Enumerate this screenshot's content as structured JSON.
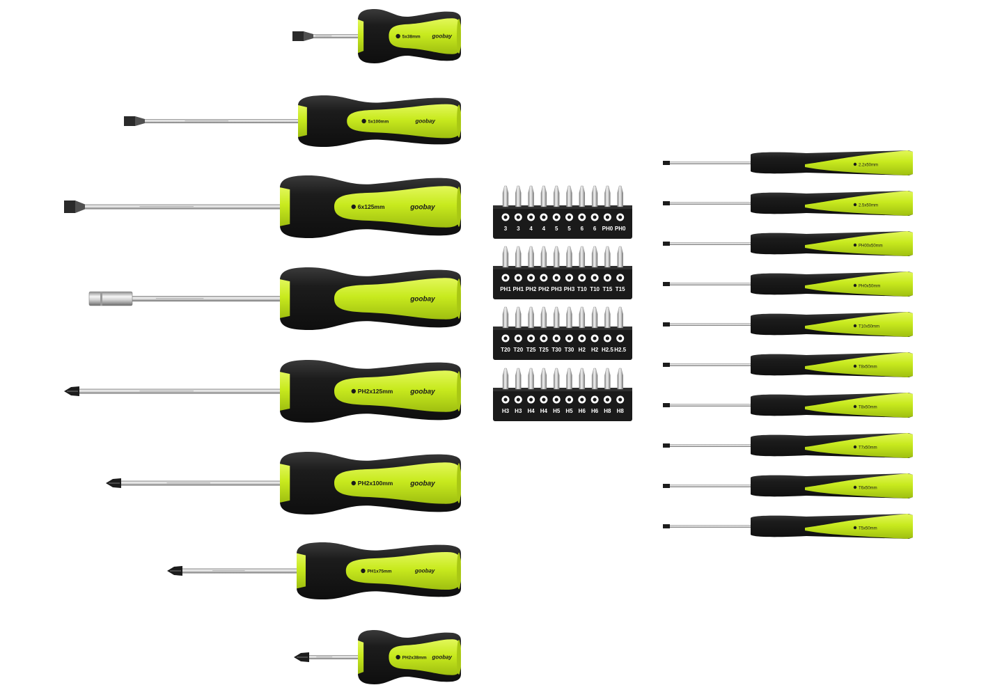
{
  "brand": "goobay",
  "colors": {
    "accent": "#c8ea1e",
    "accent_dark": "#a9c814",
    "handle_dark": "#1e1e1e",
    "handle_mid": "#3a3a3a",
    "steel_light": "#f2f2f2",
    "steel_mid": "#bdbdbd",
    "steel_dark": "#6e6e6e",
    "rack": "#1a1a1a",
    "rack_text": "#ffffff"
  },
  "large_drivers": [
    {
      "label": "5x38mm",
      "tip": "slot-tip-icon"
    },
    {
      "label": "5x100mm",
      "tip": "slot-tip-icon"
    },
    {
      "label": "6x125mm",
      "tip": "slot-tip-icon"
    },
    {
      "label": "",
      "tip": "bit-holder-icon"
    },
    {
      "label": "PH2x125mm",
      "tip": "phillips-tip-icon"
    },
    {
      "label": "PH2x100mm",
      "tip": "phillips-tip-icon"
    },
    {
      "label": "PH1x75mm",
      "tip": "phillips-tip-icon"
    },
    {
      "label": "PH2x38mm",
      "tip": "phillips-tip-icon"
    }
  ],
  "bit_racks": [
    {
      "labels": [
        "3",
        "3",
        "4",
        "4",
        "5",
        "5",
        "6",
        "6",
        "PH0",
        "PH0"
      ]
    },
    {
      "labels": [
        "PH1",
        "PH1",
        "PH2",
        "PH2",
        "PH3",
        "PH3",
        "T10",
        "T10",
        "T15",
        "T15"
      ]
    },
    {
      "labels": [
        "T20",
        "T20",
        "T25",
        "T25",
        "T30",
        "T30",
        "H2",
        "H2",
        "H2.5",
        "H2.5"
      ]
    },
    {
      "labels": [
        "H3",
        "H3",
        "H4",
        "H4",
        "H5",
        "H5",
        "H6",
        "H6",
        "H8",
        "H8"
      ]
    }
  ],
  "precision_drivers": [
    {
      "label": "2.2x50mm"
    },
    {
      "label": "2.5x50mm"
    },
    {
      "label": "PH00x50mm"
    },
    {
      "label": "PH0x50mm"
    },
    {
      "label": "T10x50mm"
    },
    {
      "label": "T8x50mm"
    },
    {
      "label": "T8x50mm"
    },
    {
      "label": "T7x50mm"
    },
    {
      "label": "T6x50mm"
    },
    {
      "label": "T5x50mm"
    }
  ]
}
